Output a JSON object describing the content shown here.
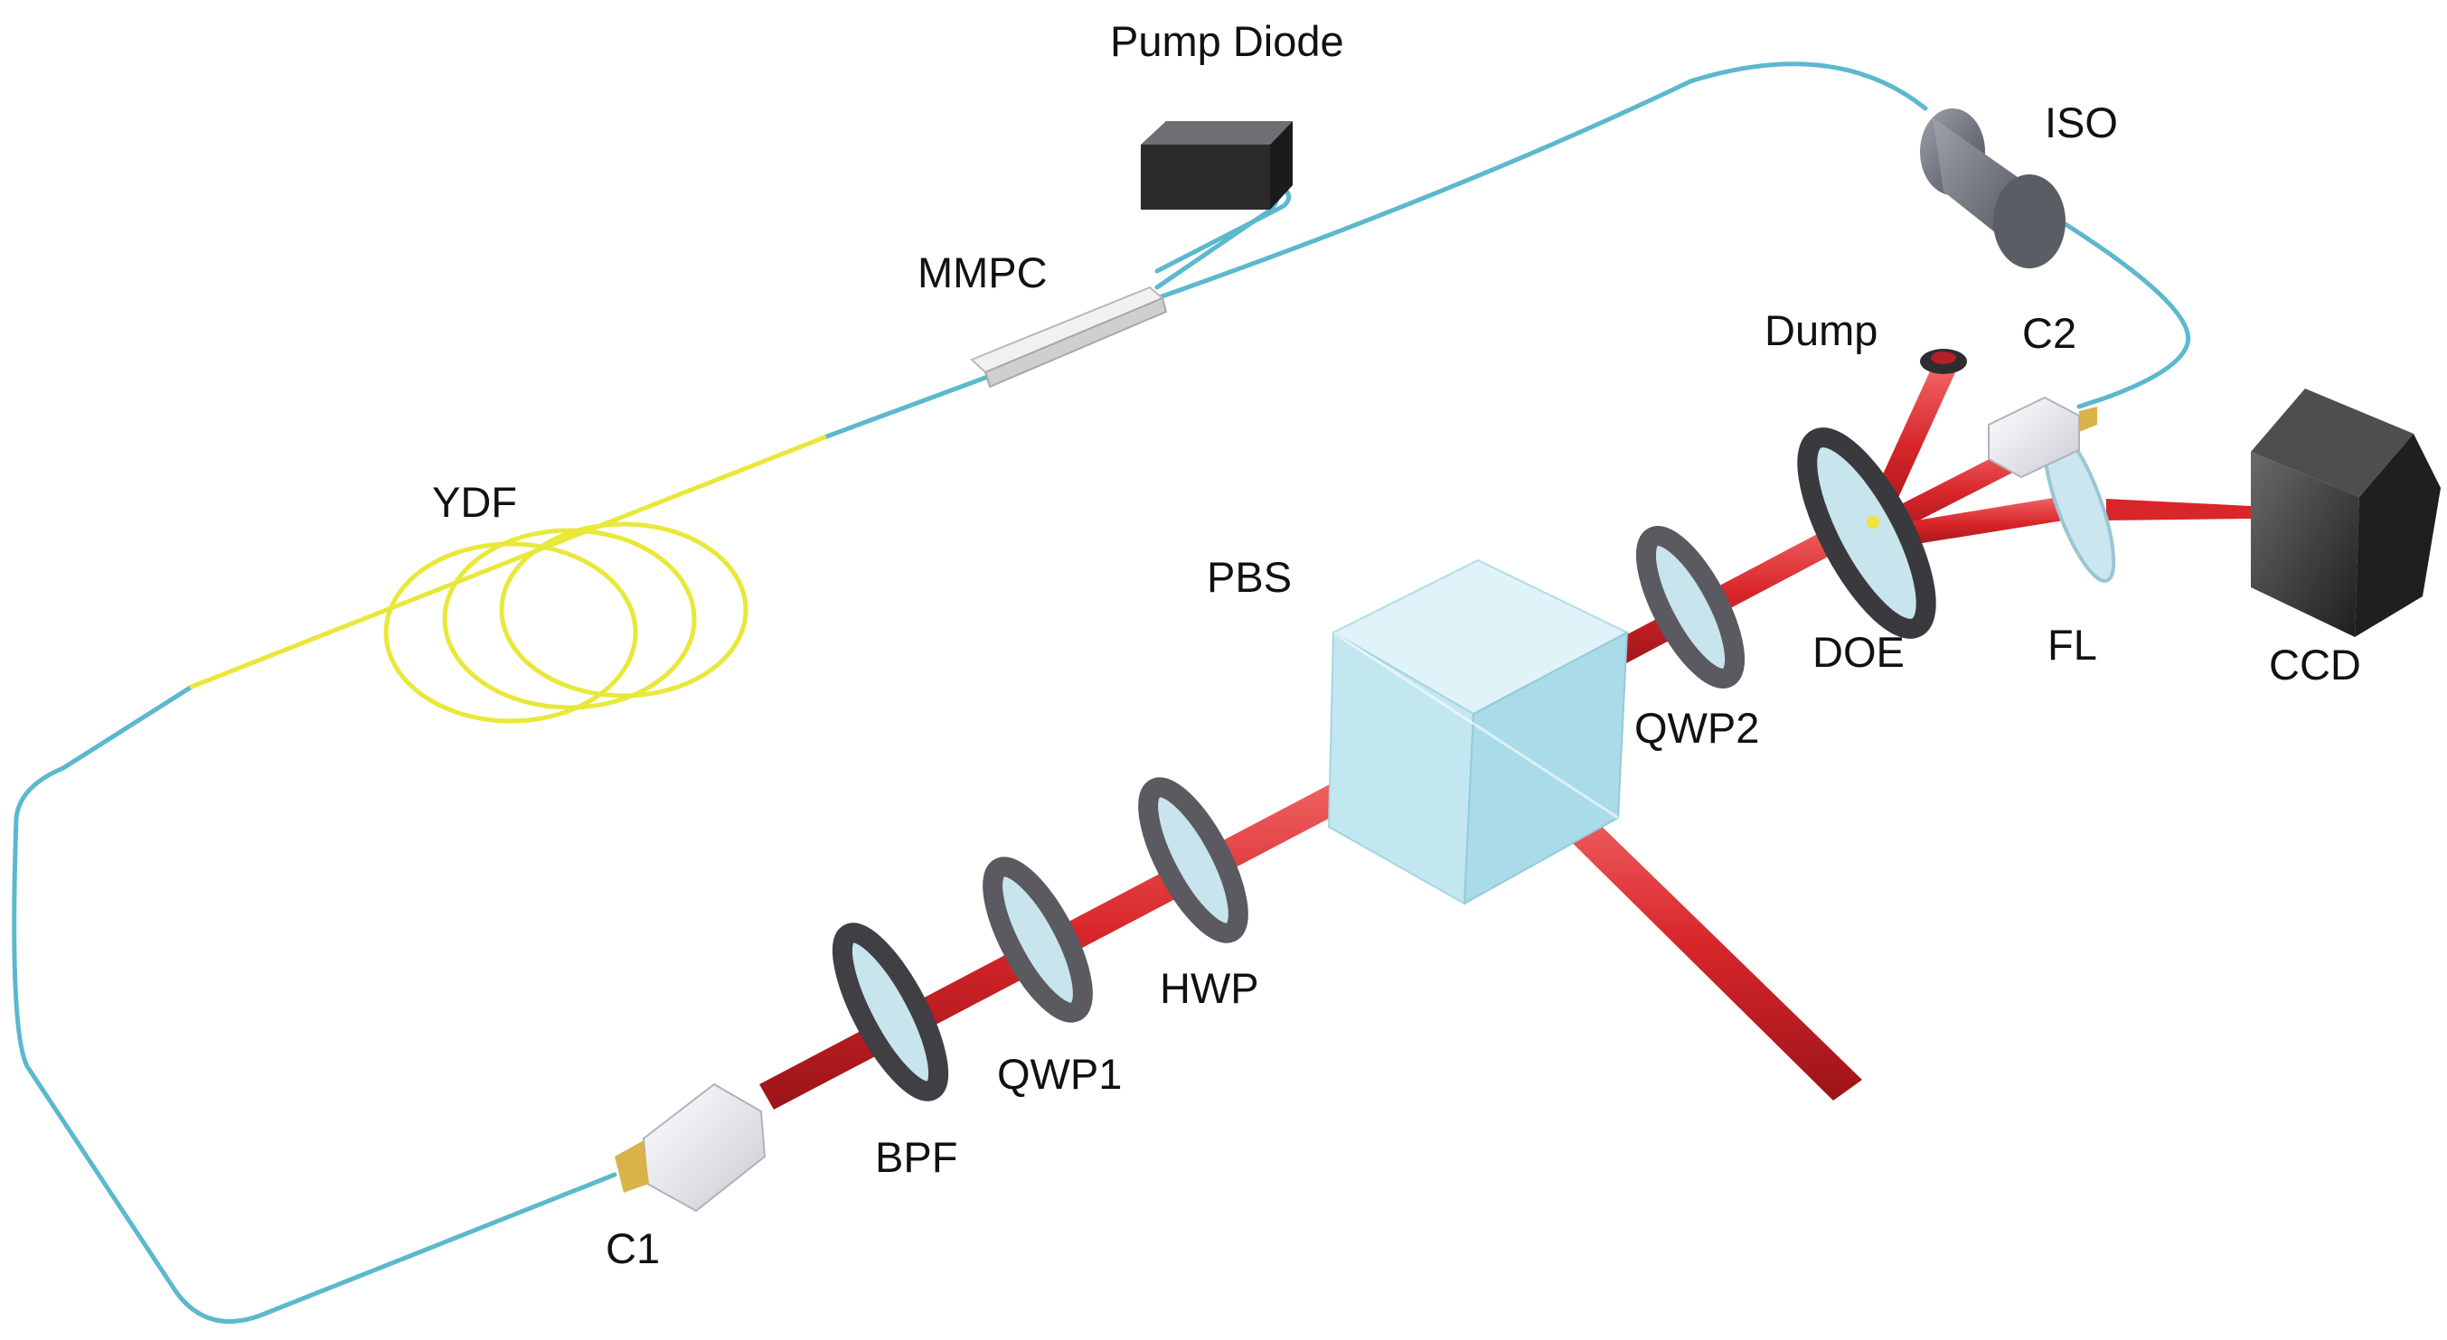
{
  "labels": {
    "pump_diode": "Pump Diode",
    "iso": "ISO",
    "mmpc": "MMPC",
    "dump": "Dump",
    "c2": "C2",
    "ydf": "YDF",
    "pbs": "PBS",
    "doe": "DOE",
    "fl": "FL",
    "ccd": "CCD",
    "qwp2": "QWP2",
    "hwp": "HWP",
    "qwp1": "QWP1",
    "bpf": "BPF",
    "c1": "C1"
  },
  "colors": {
    "fiber": "#5bb8cf",
    "ydf_fiber": "#e8e83a",
    "laser_beam": "#d8262a",
    "optic_mount": "#555559",
    "cube": "#bfe6f1",
    "collimator": "#e6e8ee"
  }
}
